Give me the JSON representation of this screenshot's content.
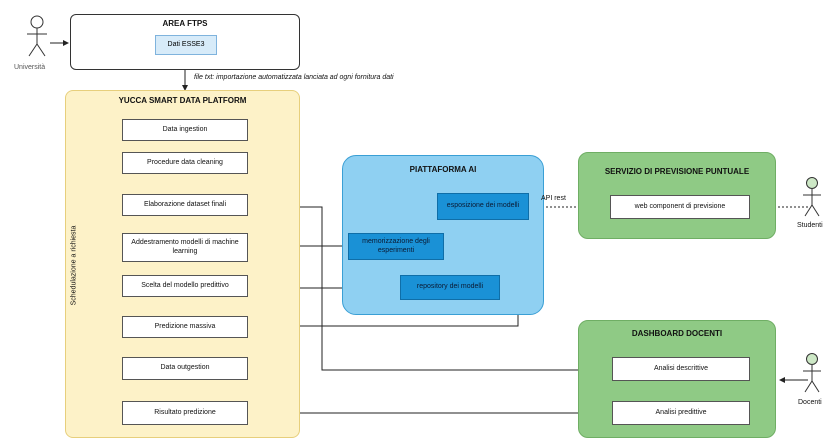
{
  "actors": {
    "universita": "Università",
    "studenti": "Studenti",
    "docenti": "Docenti"
  },
  "area_ftps": {
    "title": "AREA FTPS",
    "dati": "Dati ESSE3"
  },
  "file_note": "file txt: importazione automatizzata lanciata ad ogni fornitura dati",
  "yucca": {
    "title": "YUCCA SMART DATA PLATFORM",
    "side_label": "Schedulazione a richiesta",
    "steps": [
      "Data ingestion",
      "Procedure data cleaning",
      "Elaborazione dataset finali",
      "Addestramento modelli di machine learning",
      "Scelta del modello predittivo",
      "Predizione massiva",
      "Data outgestion",
      "Risultato predizione"
    ]
  },
  "piattaforma_ai": {
    "title": "PIATTAFORMA AI",
    "esposizione": "esposizione dei modelli",
    "memorizzazione": "memorizzazione degli esperimenti",
    "repository": "repository dei modelli"
  },
  "api_label": "API rest",
  "servizio": {
    "title": "SERVIZIO DI PREVISIONE PUNTUALE",
    "component": "web component di previsione"
  },
  "dashboard": {
    "title": "DASHBOARD DOCENTI",
    "descrittive": "Analisi descrittive",
    "predittive": "Analisi predittive"
  },
  "colors": {
    "yellow_fill": "#fdf2c8",
    "yellow_border": "#e7cf7c",
    "blue_fill": "#8fd0f2",
    "blue_border": "#3a9fd5",
    "blue_box": "#1a91d6",
    "green_fill": "#8fca85",
    "green_border": "#6fae64",
    "actor_green": "#cde8c6"
  }
}
